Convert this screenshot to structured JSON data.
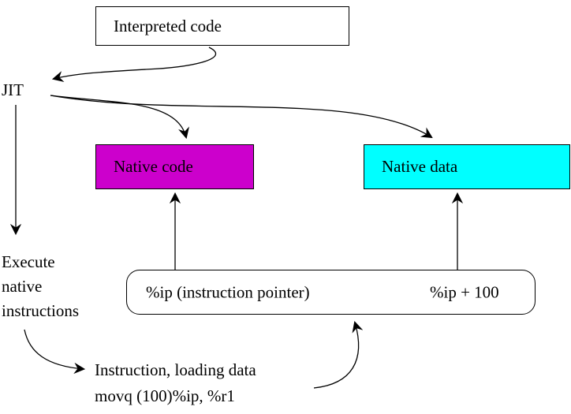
{
  "boxes": {
    "interpreted_code": {
      "label": "Interpreted code"
    },
    "native_code": {
      "label": "Native code",
      "bg": "#cc00cc"
    },
    "native_data": {
      "label": "Native data",
      "bg": "#00ffff"
    }
  },
  "labels": {
    "jit": "JIT",
    "execute": "Execute\nnative\ninstructions",
    "instruction": "Instruction, loading data\nmovq (100)%ip, %r1"
  },
  "pointer_box": {
    "ip": "%ip (instruction pointer)",
    "ip_offset": "%ip + 100"
  }
}
